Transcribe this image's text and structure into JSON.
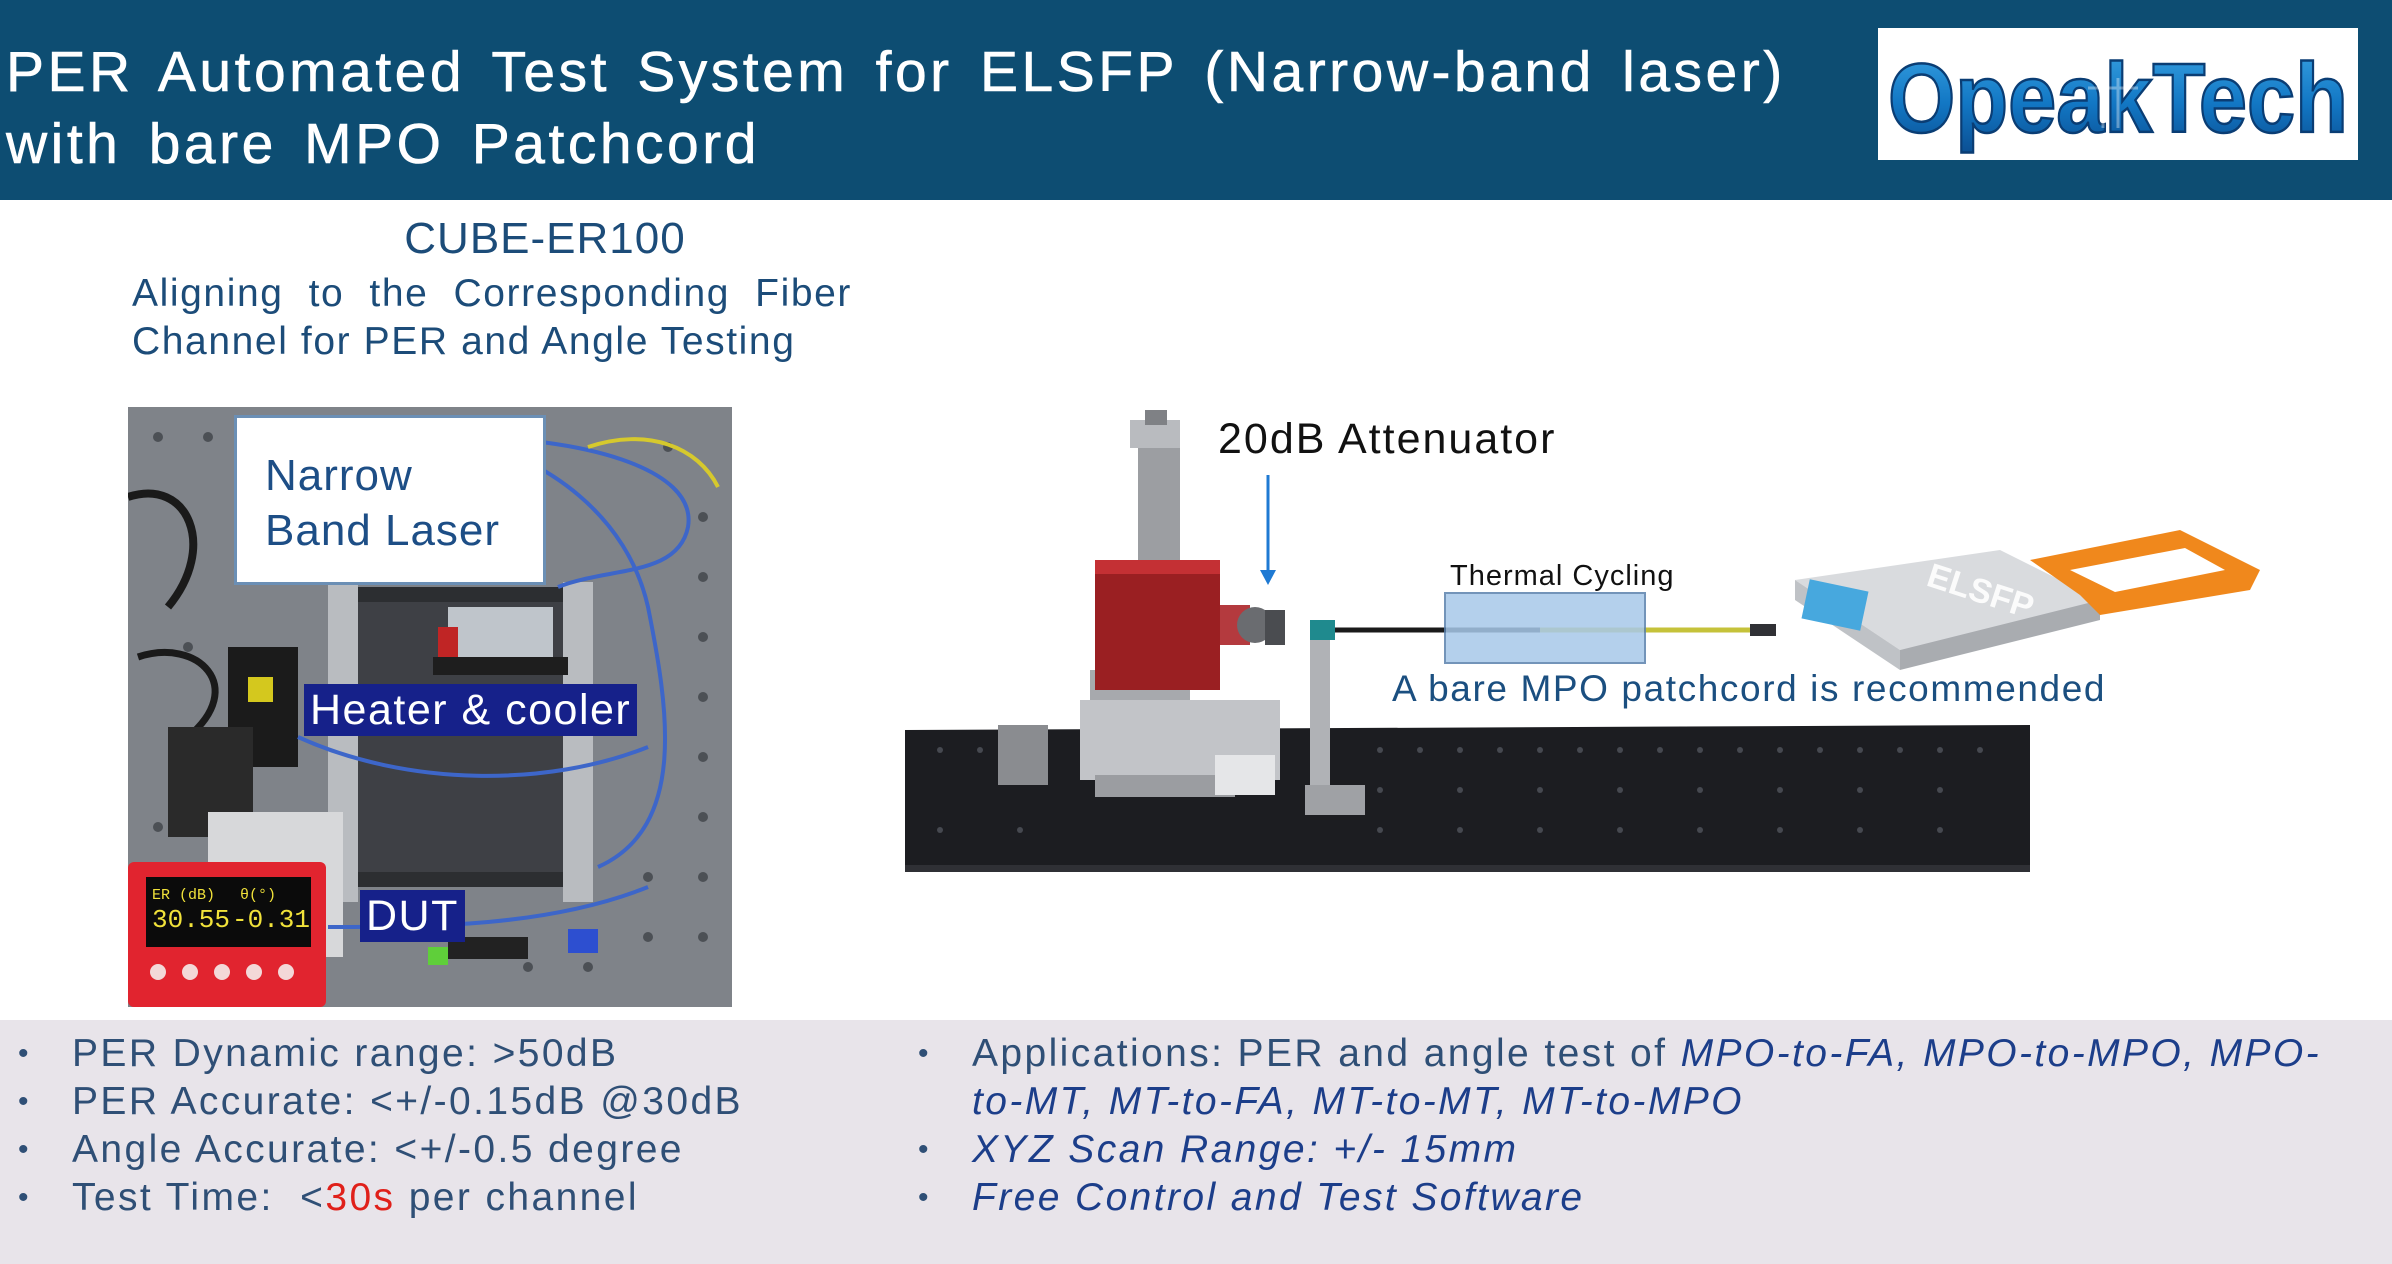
{
  "header": {
    "title_line1": "PER Automated Test System for ELSFP (Narrow-band laser)",
    "title_line2": "with bare MPO Patchcord",
    "logo_text": "OpeakTech"
  },
  "cube": {
    "title": "CUBE-ER100",
    "description": "Aligning to the Corresponding Fiber Channel for PER and Angle Testing"
  },
  "photo": {
    "callout": "Narrow Band Laser",
    "callout_line1": "Narrow",
    "callout_line2": "Band Laser",
    "heater_label": "Heater & cooler",
    "dut_label": "DUT",
    "meter_er_label": "ER (dB)",
    "meter_angle_label": "θ(°)",
    "meter_er_value": "30.55",
    "meter_angle_value": "-0.31"
  },
  "diagram": {
    "attenuator_label": "20dB Attenuator",
    "thermal_label": "Thermal Cycling",
    "module_label": "ELSFP",
    "mpo_note": "A bare MPO patchcord is recommended"
  },
  "specs_left": [
    {
      "label": "PER Dynamic range: ",
      "value": ">50dB"
    },
    {
      "label": "PER Accurate: ",
      "value": "<+/-0.15dB @30dB"
    },
    {
      "label": "Angle Accurate: ",
      "value": "<+/-0.5 degree"
    },
    {
      "label": "Test Time:  <",
      "highlight": "30s",
      "suffix": " per channel"
    }
  ],
  "specs_right": {
    "applications_label": "Applications: PER and angle test of ",
    "applications_line1": "MPO-to-FA, MPO-to-MPO, MPO-",
    "applications_line2": "to-MT, MT-to-FA, MT-to-MT, MT-to-MPO",
    "scan_range": "XYZ Scan Range: +/- 15mm",
    "software": "Free Control and Test Software"
  },
  "colors": {
    "header_bg": "#0d4d72",
    "accent_blue": "#1c4c79",
    "tag_bg": "#16218a",
    "highlight_red": "#e0201a",
    "bottom_bg": "#e8e4ea"
  }
}
